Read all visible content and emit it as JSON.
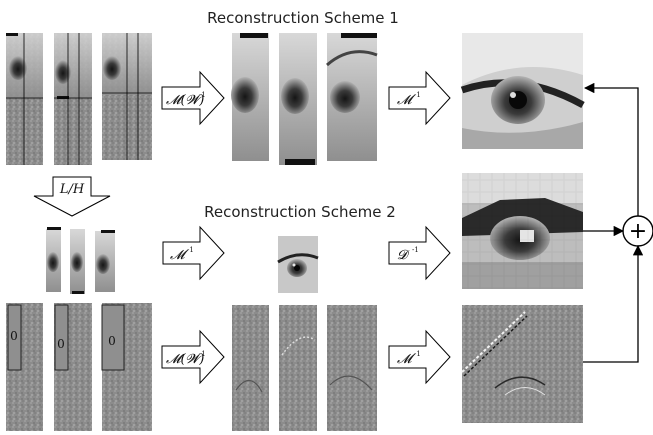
{
  "titles": {
    "scheme1": "Reconstruction Scheme 1",
    "scheme2": "Reconstruction Scheme 2"
  },
  "operators": {
    "mw_inverse": "𝓜(𝓦)",
    "m_inverse": "𝓜",
    "d_inverse": "𝓓",
    "inverse_sup": "-1",
    "lh": "L/H"
  },
  "zero_mask_label": "0",
  "sum_symbol": "+"
}
